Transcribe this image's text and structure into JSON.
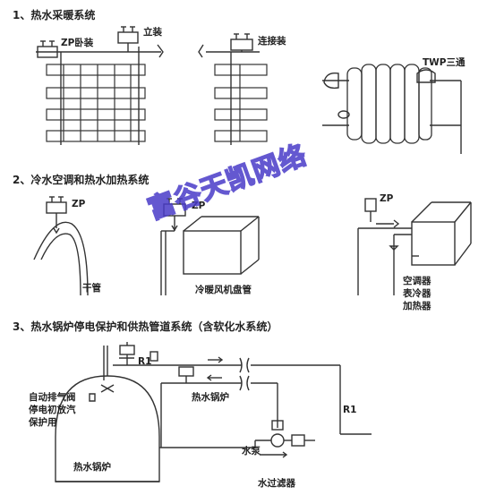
{
  "sections": {
    "s1_title": "1、热水采暖系统",
    "s2_title": "2、冷水空调和热水加热系统",
    "s3_title": "3、热水锅炉停电保护和供热管道系统（含软化水系统）"
  },
  "labels": {
    "zp_horizontal": "ZP卧装",
    "vertical": "立装",
    "connected": "连接装",
    "twp": "TWP三通",
    "zp_a": "ZP",
    "zp_b": "ZP",
    "zp_c": "ZP",
    "main_pipe": "干管",
    "fan_coil": "冷暖风机盘管",
    "ac_line1": "空调器",
    "ac_line2": "表冷器",
    "ac_line3": "加热器",
    "r1_top": "R1",
    "r1_right": "R1",
    "auto_vent_1": "自动排气阀",
    "auto_vent_2": "停电初放汽",
    "auto_vent_3": "保护用",
    "boiler_top": "热水锅炉",
    "boiler_body": "热水锅炉",
    "pump": "水泵",
    "filter": "水过滤器"
  },
  "watermark": "富谷天凯网络"
}
